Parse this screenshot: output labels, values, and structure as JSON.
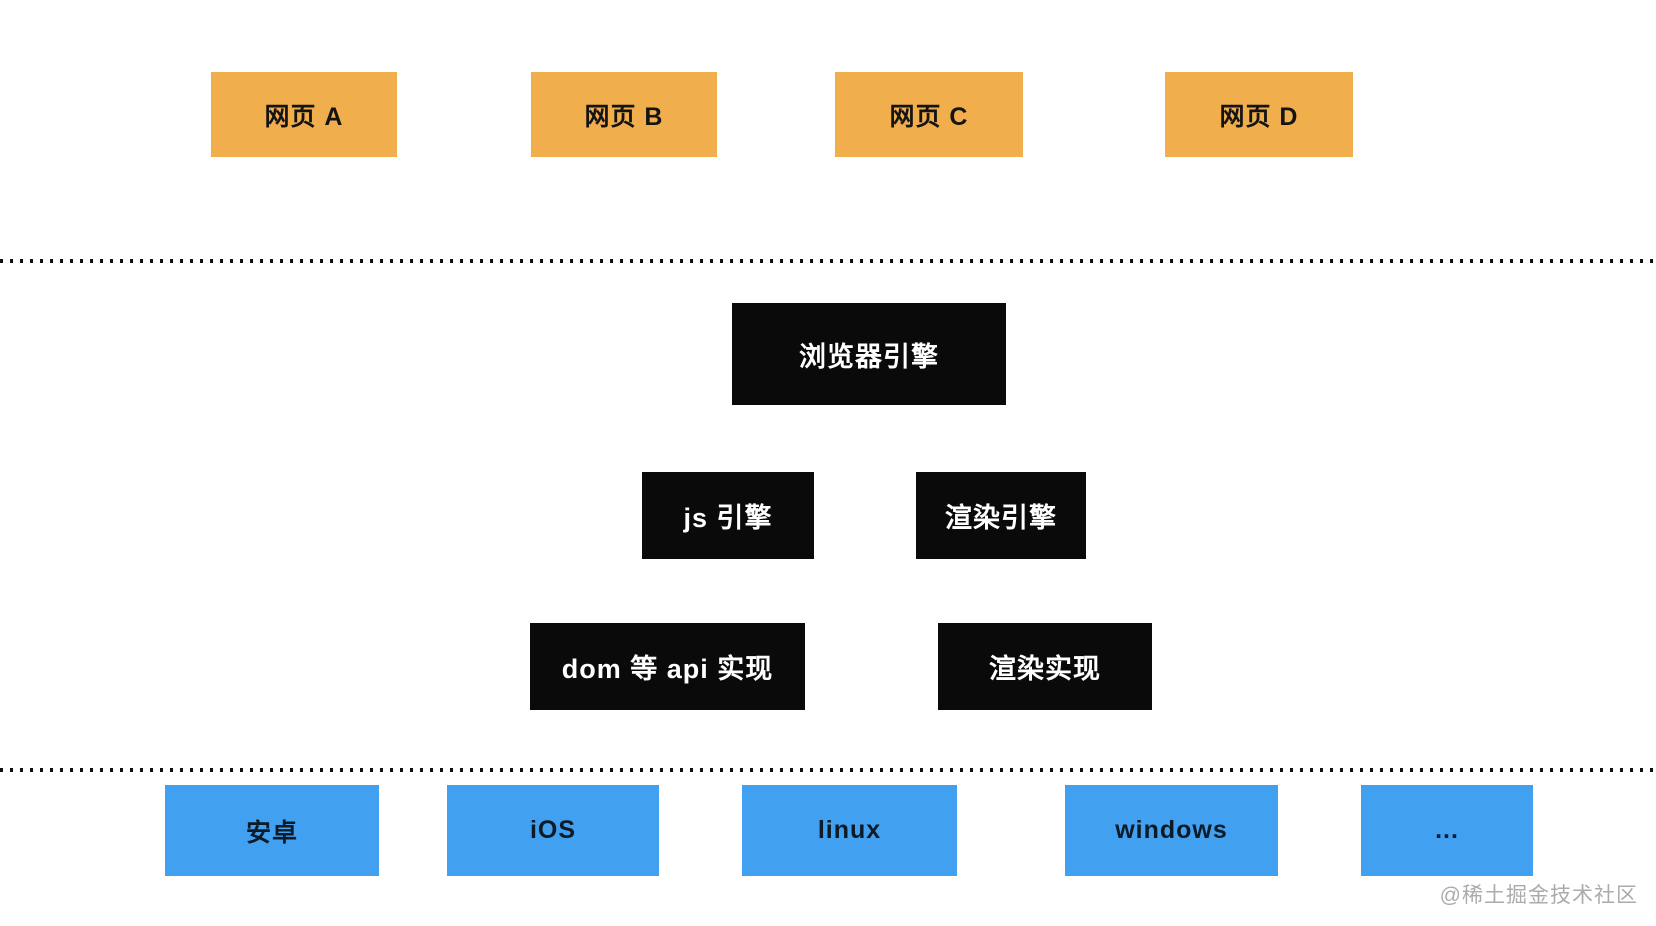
{
  "colors": {
    "webpage_box": "#F0AE4D",
    "engine_box": "#0A0A0A",
    "platform_box": "#42A0F0",
    "divider_dot": "#111111",
    "watermark_text": "#ABABAB"
  },
  "webpages": [
    {
      "label": "网页 A"
    },
    {
      "label": "网页 B"
    },
    {
      "label": "网页 C"
    },
    {
      "label": "网页 D"
    }
  ],
  "browser_engine": {
    "label": "浏览器引擎"
  },
  "engines": [
    {
      "label": "js 引擎"
    },
    {
      "label": "渲染引擎"
    }
  ],
  "implementations": [
    {
      "label": "dom 等 api 实现"
    },
    {
      "label": "渲染实现"
    }
  ],
  "platforms": [
    {
      "label": "安卓"
    },
    {
      "label": "iOS"
    },
    {
      "label": "linux"
    },
    {
      "label": "windows"
    },
    {
      "label": "..."
    }
  ],
  "watermark": {
    "label": "@稀土掘金技术社区"
  }
}
